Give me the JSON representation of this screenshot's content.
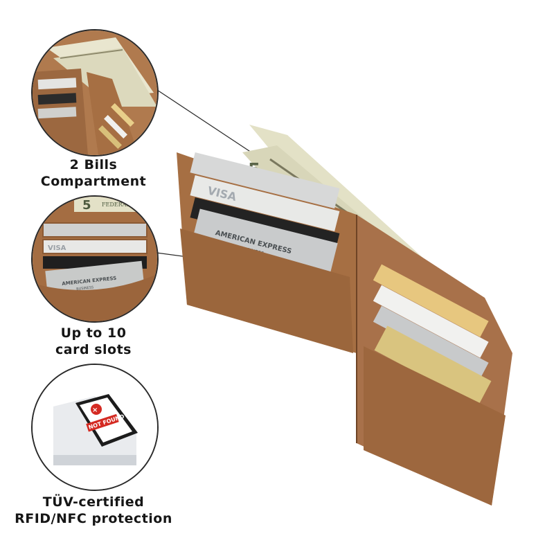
{
  "features": [
    {
      "lines": [
        "2 Bills",
        "Compartment"
      ]
    },
    {
      "lines": [
        "Up to 10",
        "card slots"
      ]
    },
    {
      "lines": [
        "TÜV-certified",
        "RFID/NFC protection"
      ]
    }
  ],
  "reader_screen_text": "NOT FOUND",
  "card_brand": "AMERICAN EXPRESS",
  "card_brand_sub": "BUSINESS",
  "visa_text": "VISA",
  "bill_denomination": "5",
  "bill_header": "FEDERAL",
  "colors": {
    "leather": "#a86f44",
    "leather_dark": "#7d4f2c",
    "bill": "#e6e4c9",
    "card_gold": "#d9c47f",
    "card_silver": "#c9cbcc",
    "reader_alert": "#d42a22"
  }
}
